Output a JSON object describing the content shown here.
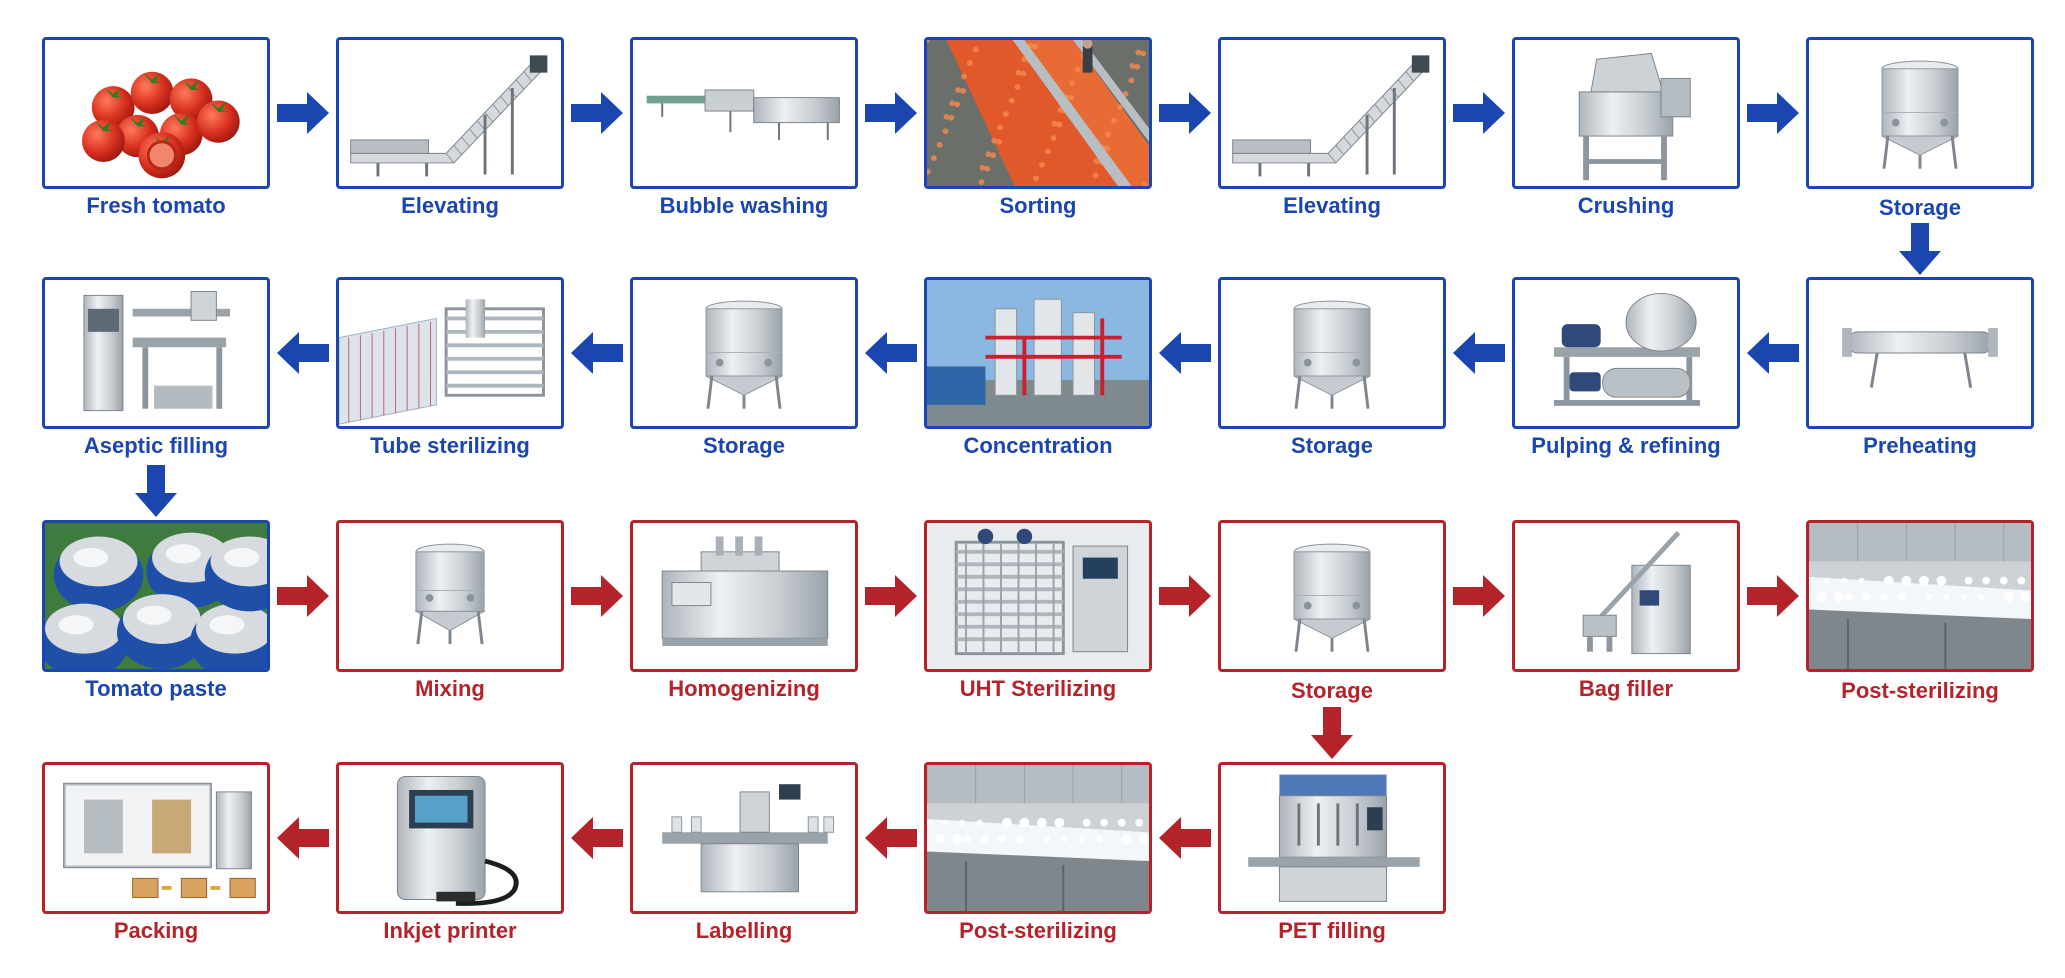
{
  "colors": {
    "blue": "#1b46b0",
    "red": "#b5232a",
    "steel": "#cfd4d9",
    "tomato": "#d9301f"
  },
  "steps": [
    {
      "id": "fresh-tomato",
      "label": "Fresh tomato",
      "color": "blue",
      "icon": "tomatoes"
    },
    {
      "id": "elevating-1",
      "label": "Elevating",
      "color": "blue",
      "icon": "conveyor-elevator"
    },
    {
      "id": "bubble-washing",
      "label": "Bubble washing",
      "color": "blue",
      "icon": "washing-line"
    },
    {
      "id": "sorting",
      "label": "Sorting",
      "color": "blue",
      "icon": "sorting-photo"
    },
    {
      "id": "elevating-2",
      "label": "Elevating",
      "color": "blue",
      "icon": "conveyor-elevator"
    },
    {
      "id": "crushing",
      "label": "Crushing",
      "color": "blue",
      "icon": "crusher"
    },
    {
      "id": "storage-1",
      "label": "Storage",
      "color": "blue",
      "icon": "tank"
    },
    {
      "id": "preheating",
      "label": "Preheating",
      "color": "blue",
      "icon": "tube-heater"
    },
    {
      "id": "pulping-refining",
      "label": "Pulping & refining",
      "color": "blue",
      "icon": "pulper"
    },
    {
      "id": "storage-2",
      "label": "Storage",
      "color": "blue",
      "icon": "tank"
    },
    {
      "id": "concentration",
      "label": "Concentration",
      "color": "blue",
      "icon": "evaporator-photo"
    },
    {
      "id": "storage-3",
      "label": "Storage",
      "color": "blue",
      "icon": "tank"
    },
    {
      "id": "tube-sterilizing",
      "label": "Tube sterilizing",
      "color": "blue",
      "icon": "tube-sterilizer"
    },
    {
      "id": "aseptic-filling",
      "label": "Aseptic filling",
      "color": "blue",
      "icon": "aseptic-filler"
    },
    {
      "id": "tomato-paste",
      "label": "Tomato paste",
      "color": "blue",
      "icon": "drums-photo"
    },
    {
      "id": "mixing",
      "label": "Mixing",
      "color": "red",
      "icon": "mixing-tank"
    },
    {
      "id": "homogenizing",
      "label": "Homogenizing",
      "color": "red",
      "icon": "homogenizer"
    },
    {
      "id": "uht-sterilizing",
      "label": "UHT Sterilizing",
      "color": "red",
      "icon": "uht-sterilizer"
    },
    {
      "id": "storage-4",
      "label": "Storage",
      "color": "red",
      "icon": "tank"
    },
    {
      "id": "bag-filler",
      "label": "Bag filler",
      "color": "red",
      "icon": "bag-filler"
    },
    {
      "id": "post-sterilizing-1",
      "label": "Post-sterilizing",
      "color": "red",
      "icon": "water-bath-photo"
    },
    {
      "id": "pet-filling",
      "label": "PET filling",
      "color": "red",
      "icon": "pet-filler"
    },
    {
      "id": "post-sterilizing-2",
      "label": "Post-sterilizing",
      "color": "red",
      "icon": "water-bath-photo"
    },
    {
      "id": "labelling",
      "label": "Labelling",
      "color": "red",
      "icon": "labeller"
    },
    {
      "id": "inkjet-printer",
      "label": "Inkjet printer",
      "color": "red",
      "icon": "inkjet-printer"
    },
    {
      "id": "packing",
      "label": "Packing",
      "color": "red",
      "icon": "packing-machine"
    }
  ],
  "arrows": [
    {
      "from": "fresh-tomato",
      "to": "elevating-1",
      "color": "blue",
      "dir": "right"
    },
    {
      "from": "elevating-1",
      "to": "bubble-washing",
      "color": "blue",
      "dir": "right"
    },
    {
      "from": "bubble-washing",
      "to": "sorting",
      "color": "blue",
      "dir": "right"
    },
    {
      "from": "sorting",
      "to": "elevating-2",
      "color": "blue",
      "dir": "right"
    },
    {
      "from": "elevating-2",
      "to": "crushing",
      "color": "blue",
      "dir": "right"
    },
    {
      "from": "crushing",
      "to": "storage-1",
      "color": "blue",
      "dir": "right"
    },
    {
      "from": "storage-1",
      "to": "preheating",
      "color": "blue",
      "dir": "down"
    },
    {
      "from": "preheating",
      "to": "pulping-refining",
      "color": "blue",
      "dir": "left"
    },
    {
      "from": "pulping-refining",
      "to": "storage-2",
      "color": "blue",
      "dir": "left"
    },
    {
      "from": "storage-2",
      "to": "concentration",
      "color": "blue",
      "dir": "left"
    },
    {
      "from": "concentration",
      "to": "storage-3",
      "color": "blue",
      "dir": "left"
    },
    {
      "from": "storage-3",
      "to": "tube-sterilizing",
      "color": "blue",
      "dir": "left"
    },
    {
      "from": "tube-sterilizing",
      "to": "aseptic-filling",
      "color": "blue",
      "dir": "left"
    },
    {
      "from": "aseptic-filling",
      "to": "tomato-paste",
      "color": "blue",
      "dir": "down"
    },
    {
      "from": "tomato-paste",
      "to": "mixing",
      "color": "red",
      "dir": "right"
    },
    {
      "from": "mixing",
      "to": "homogenizing",
      "color": "red",
      "dir": "right"
    },
    {
      "from": "homogenizing",
      "to": "uht-sterilizing",
      "color": "red",
      "dir": "right"
    },
    {
      "from": "uht-sterilizing",
      "to": "storage-4",
      "color": "red",
      "dir": "right"
    },
    {
      "from": "storage-4",
      "to": "bag-filler",
      "color": "red",
      "dir": "right"
    },
    {
      "from": "bag-filler",
      "to": "post-sterilizing-1",
      "color": "red",
      "dir": "right"
    },
    {
      "from": "storage-4",
      "to": "pet-filling",
      "color": "red",
      "dir": "down"
    },
    {
      "from": "pet-filling",
      "to": "post-sterilizing-2",
      "color": "red",
      "dir": "left"
    },
    {
      "from": "post-sterilizing-2",
      "to": "labelling",
      "color": "red",
      "dir": "left"
    },
    {
      "from": "labelling",
      "to": "inkjet-printer",
      "color": "red",
      "dir": "left"
    },
    {
      "from": "inkjet-printer",
      "to": "packing",
      "color": "red",
      "dir": "left"
    }
  ]
}
